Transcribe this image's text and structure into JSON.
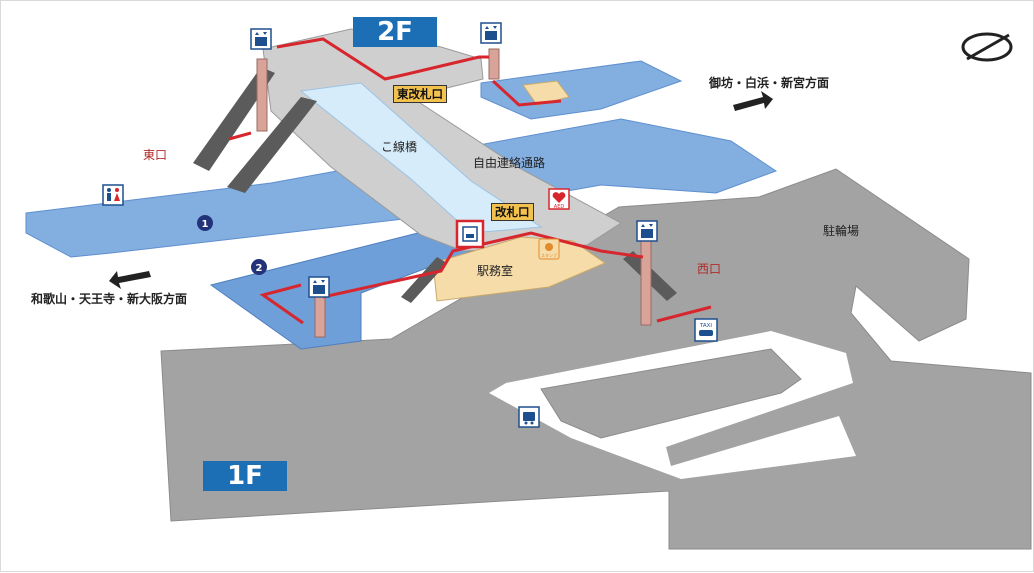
{
  "floors": {
    "upper": "2F",
    "lower": "1F"
  },
  "gates": {
    "east_gate": "東改札口",
    "main_gate": "改札口"
  },
  "areas": {
    "east_exit": "東口",
    "west_exit": "西口",
    "overpass": "こ線橋",
    "free_passage": "自由連絡通路",
    "station_office": "駅務室",
    "bicycle_parking": "駐輪場"
  },
  "directions": {
    "toward_gobo": "御坊・白浜・新宮方面",
    "toward_wakayama": "和歌山・天王寺・新大阪方面"
  },
  "platforms": {
    "p1": "1",
    "p2": "2"
  },
  "signs": {
    "aed": "AED",
    "taxi": "TAXI",
    "stamp": "スタンプ"
  },
  "icons": [
    "elevator-icon",
    "restroom-icon",
    "aed-icon",
    "stamp-icon",
    "taxi-icon",
    "bus-icon",
    "ticket-machine-icon",
    "north-compass-icon"
  ],
  "colors": {
    "ground": "#a3a3a3",
    "platform": "#82aee0",
    "platform_dark": "#5f8fcf",
    "route": "#d7262d",
    "floor_badge": "#1d6fb5",
    "gate_badge": "#f2c14e",
    "office": "#f6dca9"
  }
}
